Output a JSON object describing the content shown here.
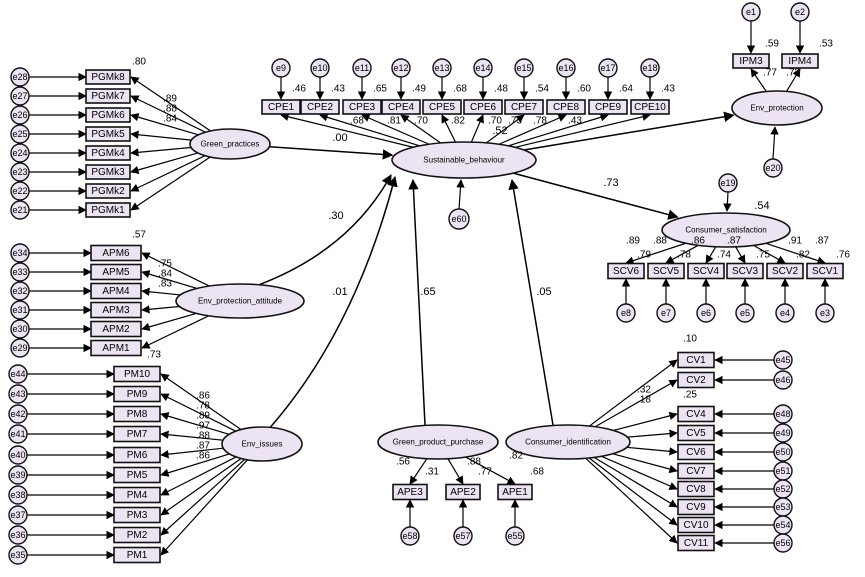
{
  "latents": {
    "green_practices": "Green_practices",
    "sustainable_behaviour": "Sustainable_behaviour",
    "env_protection": "Env_protection",
    "consumer_satisfaction": "Consumer_satisfaction",
    "env_protection_attitude": "Env_protection_attitude",
    "env_issues": "Env_issues",
    "green_product_purchase": "Green_product_purchase",
    "consumer_identification": "Consumer_identification"
  },
  "pgmk": {
    "items": [
      "PGMk8",
      "PGMk7",
      "PGMk6",
      "PGMk5",
      "PGMk4",
      "PGMk3",
      "PGMk2",
      "PGMk1"
    ],
    "errors": [
      "e28",
      "e27",
      "e26",
      "e25",
      "e24",
      "e23",
      "e22",
      "e21"
    ],
    "loadings": [
      ".89",
      ".88",
      ".84"
    ],
    "r2_top": ".80"
  },
  "apm": {
    "items": [
      "APM6",
      "APM5",
      "APM4",
      "APM3",
      "APM2",
      "APM1"
    ],
    "errors": [
      "e34",
      "e33",
      "e32",
      "e31",
      "e30",
      "e29"
    ],
    "loadings": [
      ".75",
      ".84",
      ".83"
    ],
    "r2_top": ".57"
  },
  "pm": {
    "items": [
      "PM10",
      "PM9",
      "PM8",
      "PM7",
      "PM6",
      "PM5",
      "PM4",
      "PM3",
      "PM2",
      "PM1"
    ],
    "errors": [
      "e44",
      "e43",
      "e42",
      "e41",
      "e40",
      "e39",
      "e38",
      "e37",
      "e36",
      "e35"
    ],
    "loadings": [
      ".86",
      ".78",
      ".89",
      ".97",
      ".88",
      ".87",
      ".86"
    ],
    "r2_top": ".73"
  },
  "cpe": {
    "items": [
      "CPE1",
      "CPE2",
      "CPE3",
      "CPE4",
      "CPE5",
      "CPE6",
      "CPE7",
      "CPE8",
      "CPE9",
      "CPE10"
    ],
    "errors": [
      "e9",
      "e10",
      "e11",
      "e12",
      "e13",
      "e14",
      "e15",
      "e16",
      "e17",
      "e18"
    ],
    "r2": [
      ".46",
      ".43",
      ".65",
      ".49",
      ".68",
      ".48",
      ".54",
      ".60",
      ".64",
      ".43"
    ],
    "loadings": [
      ".68",
      ".81",
      ".70",
      ".82",
      ".70",
      ".73",
      ".78",
      ".43"
    ]
  },
  "ipm": {
    "items": [
      "IPM3",
      "IPM4"
    ],
    "errors": [
      "e1",
      "e2"
    ],
    "r2": [
      ".59",
      ".53"
    ],
    "loadings": [
      ".77",
      ".73"
    ]
  },
  "scv": {
    "items": [
      "SCV6",
      "SCV5",
      "SCV4",
      "SCV3",
      "SCV2",
      "SCV1"
    ],
    "errors": [
      "e8",
      "e7",
      "e6",
      "e5",
      "e4",
      "e3"
    ],
    "loadings": [
      ".89",
      ".88",
      ".86",
      ".87",
      ".91",
      ".87"
    ],
    "r2": [
      ".79",
      ".78",
      ".74",
      ".75",
      ".82",
      ".76"
    ]
  },
  "ape": {
    "items": [
      "APE3",
      "APE2",
      "APE1"
    ],
    "errors": [
      "e58",
      "e57",
      "e55"
    ],
    "loadings": [
      ".56",
      ".88",
      ".82"
    ],
    "r2": [
      ".31",
      ".77",
      ".68"
    ]
  },
  "cv": {
    "items": [
      "CV1",
      "CV2",
      "CV4",
      "CV5",
      "CV6",
      "CV7",
      "CV8",
      "CV9",
      "CV10",
      "CV11"
    ],
    "errors": [
      "e45",
      "e46",
      "e48",
      "e49",
      "e50",
      "e51",
      "e52",
      "e53",
      "e54",
      "e56"
    ],
    "loadings": [
      ".32",
      ".18"
    ],
    "r2_top": ".10",
    "r2_mid": ".25"
  },
  "disturbances": {
    "sustainable_behaviour": "e60",
    "env_protection": "e20",
    "consumer_satisfaction": "e19"
  },
  "paths": {
    "gp_sb": ".00",
    "epa_sb": ".30",
    "ei_sb": ".01",
    "gpp_sb": ".65",
    "ci_sb": ".05",
    "sb_sb_r2": ".52",
    "sb_cs": ".73",
    "cs_r2": ".54"
  }
}
